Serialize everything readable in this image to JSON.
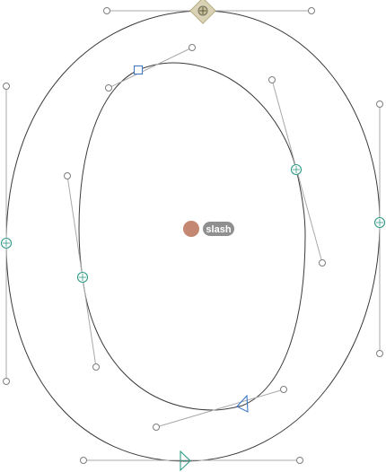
{
  "glyph": {
    "anchor_name": "slash"
  },
  "colors": {
    "outline": "#3a3a3a",
    "handle_line": "#a9a9a9",
    "smooth_node": "#2f9a86",
    "corner_node": "#3f78c8",
    "selected_node": "#c8bf96",
    "anchor_dot": "#c48872",
    "anchor_label_bg": "#8f8f8f"
  },
  "icons": {
    "smooth_node": "circle-with-cross",
    "corner_node": "square",
    "start_node": "triangle",
    "selected_node": "diamond",
    "off_curve_handle": "small-circle",
    "anchor": "filled-circle"
  }
}
